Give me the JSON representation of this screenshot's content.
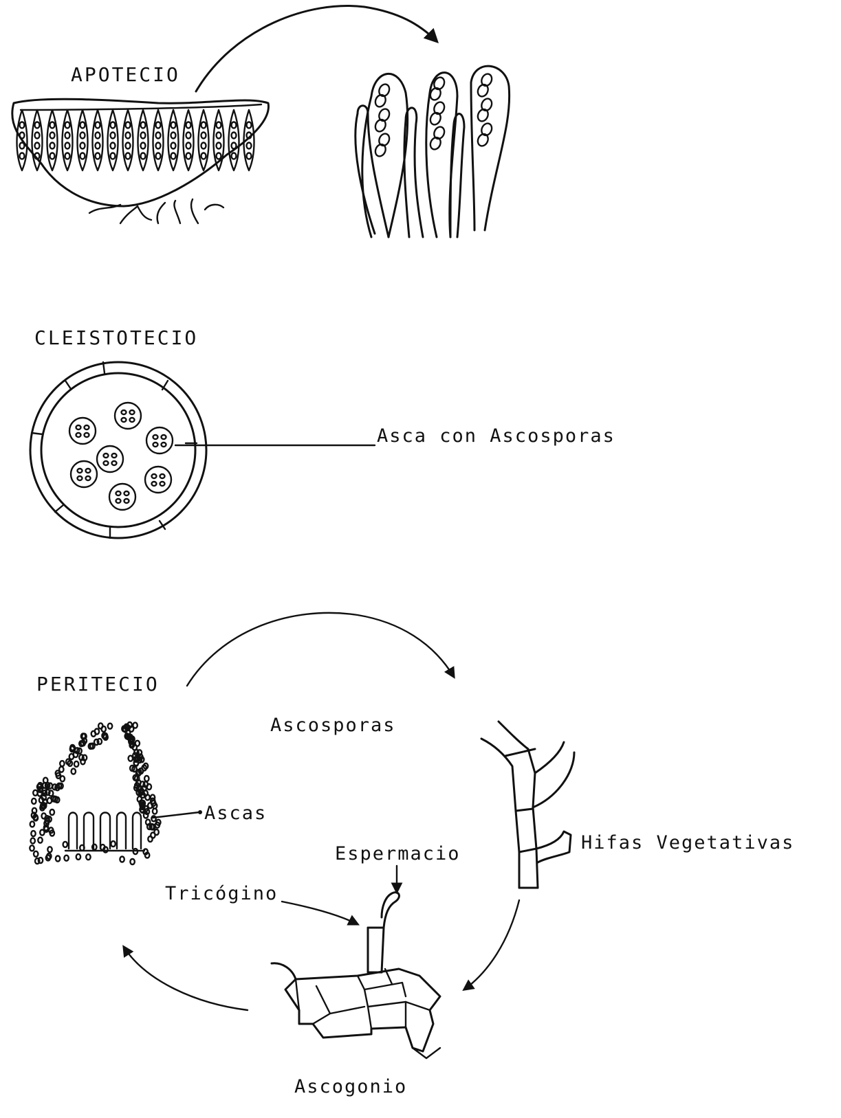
{
  "labels": {
    "apotecio": "APOTECIO",
    "cleistotecio": "CLEISTOTECIO",
    "asca_con_ascosporas": "Asca con Ascosporas",
    "peritecio": "PERITECIO",
    "ascosporas": "Ascosporas",
    "ascas": "Ascas",
    "hifas_vegetativas": "Hifas Vegetativas",
    "espermacio": "Espermacio",
    "tricogino": "Tricógino",
    "ascogonio": "Ascogonio"
  },
  "colors": {
    "ink": "#111111",
    "background": "#ffffff"
  }
}
